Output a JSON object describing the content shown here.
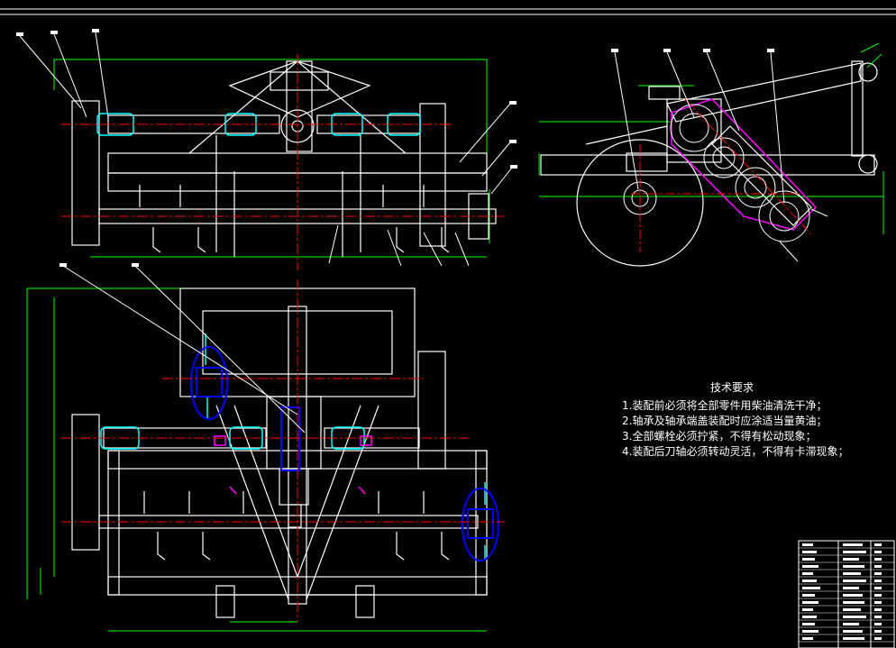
{
  "technical_requirements": {
    "title": "技术要求",
    "items": [
      "1.装配前必须将全部零件用柴油清洗干净；",
      "2.轴承及轴承端盖装配时应涂适当量黄油；",
      "3.全部螺栓必须拧紧，不得有松动现象；",
      "4.装配后刀轴必须转动灵活，不得有卡滞现象；"
    ]
  },
  "colors": {
    "background": "#000000",
    "outline": "#ffffff",
    "dimension": "#00ff00",
    "centerline": "#ff0000",
    "bearing": "#00ffff",
    "seal": "#0000ff",
    "accent": "#ff00ff"
  }
}
